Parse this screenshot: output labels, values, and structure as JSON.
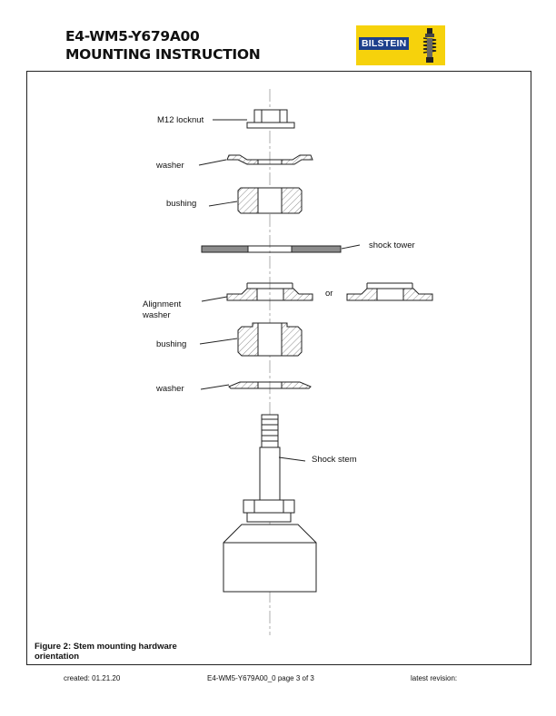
{
  "header": {
    "part_number": "E4-WM5-Y679A00",
    "doc_type": "MOUNTING INSTRUCTION",
    "brand": "BILSTEIN"
  },
  "figure": {
    "labels": {
      "locknut": "M12 locknut",
      "washer_top": "washer",
      "bushing_top": "bushing",
      "shock_tower": "shock tower",
      "alignment_washer": "Alignment\nwasher",
      "or": "or",
      "bushing_bottom": "bushing",
      "washer_bottom": "washer",
      "shock_stem": "Shock stem"
    },
    "caption": "Figure 2: Stem mounting hardware orientation"
  },
  "footer": {
    "created": "created: 01.21.20",
    "page": "E4-WM5-Y679A00_0 page 3 of 3",
    "revision": "latest revision:"
  },
  "colors": {
    "brand_yellow": "#f6d20c",
    "brand_blue": "#1d3f8c",
    "tower_gray": "#8c8c8c"
  }
}
